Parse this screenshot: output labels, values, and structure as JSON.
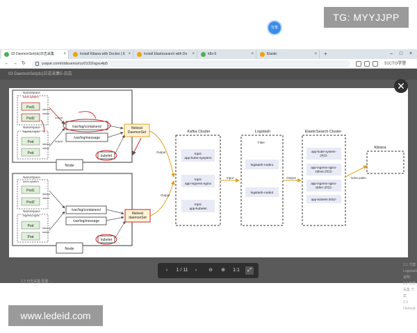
{
  "watermark_top": "TG: MYYJJPP",
  "watermark_bottom": "www.ledeid.com",
  "tabs": [
    {
      "label": "03 DaemonSet(ds)日志采集",
      "color": "#4caf50"
    },
    {
      "label": "Install Kibana with Docker | K",
      "color": "#f0a30a"
    },
    {
      "label": "Install Elasticsearch with Do",
      "color": "#f0a30a"
    },
    {
      "label": "k8s-5",
      "color": "#4caf50"
    },
    {
      "label": "Elastic",
      "color": "#f0a30a"
    }
  ],
  "new_tab": "+",
  "url": "yuque.com/oldxuexiu/rzz0132/sgxu4p5",
  "site_logo": "51CTO学堂",
  "doc_title": "03 DaemonSet(ds)日志采集5-日志",
  "share_badge": "分享",
  "close_symbol": "✕",
  "viewer": {
    "prev": "‹",
    "page": "1 / 11",
    "next": "›",
    "zoom_out": "⊖",
    "zoom_in": "⊕",
    "ratio": "1:1",
    "fit": "⤢"
  },
  "below_text": "2.3 日志采集 配置 ...",
  "sidebar_text": "2.1 方案 Logstash 说明\n2.2 日志采集 方案\n2.3 Filebeat",
  "diagram": {
    "node1": {
      "namespace": "NameSpace",
      "namespace_sub": "kube-system",
      "pods_top": [
        "Pod1",
        "Pod2"
      ],
      "stdout_top": [
        "stdout",
        "stderr"
      ],
      "namespace2": "NameSpace",
      "namespace2_sub": "ingress-nginx",
      "pods_bottom": [
        "Pod",
        "Pod"
      ],
      "stdout_bottom": [
        "stdout",
        "stderr"
      ],
      "output_labels": [
        "output",
        "output"
      ],
      "paths": [
        "/var/log/containers/",
        "/var/log/message",
        "kubelet"
      ],
      "filebeat": "filebeat\nDaemonSet",
      "node_label": "Node"
    },
    "node2": {
      "namespace": "NameSpace",
      "namespace_sub": "kube-system",
      "pods_top": [
        "Pod1",
        "Pod2"
      ],
      "stdout_top": [
        "stdout",
        "stderr"
      ],
      "namespace2": "NameSpace",
      "namespace2_sub": "ingress-nginx",
      "pods_bottom": [
        "Pod",
        "Pod"
      ],
      "stdout_bottom": [
        "stdout",
        "stderr"
      ],
      "paths": [
        "/var/log/containers/",
        "/var/log/message",
        "kubelet"
      ],
      "filebeat": "filebeat\ndaemonSet",
      "node_label": "Node"
    },
    "output_labels": [
      "Output",
      "Output"
    ],
    "kafka": {
      "title": "Kafka Cluster",
      "topics": [
        "topic\napp-kube-sysytem",
        "topic\napp-ingress-nginx",
        "topic\napp-kubelet"
      ]
    },
    "input_label": "Input",
    "logstash": {
      "title": "Logstash",
      "filter": "Filter",
      "nodes": [
        "logstash-node1",
        "logstash-node2"
      ]
    },
    "es_output_label": "Output",
    "elasticsearch": {
      "title": "ElasticSearch Cluster",
      "indices": [
        "app-kube-system-\n2022-",
        "app-ingress-nginx-\nstdout-2022-",
        "app-ingress-nginx-\nstderr-2022-",
        "app-kubelet-2022-"
      ]
    },
    "index_label": "index pattrn",
    "kibana": "Kibana"
  }
}
